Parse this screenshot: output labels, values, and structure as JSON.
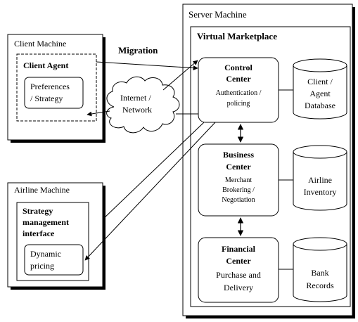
{
  "server": {
    "title": "Server Machine"
  },
  "marketplace": {
    "title": "Virtual Marketplace"
  },
  "client": {
    "title": "Client Machine",
    "agent": "Client Agent",
    "prefs_line1": "Preferences",
    "prefs_line2": "/ Strategy"
  },
  "airline": {
    "title": "Airline Machine",
    "smi_line1": "Strategy",
    "smi_line2": "management",
    "smi_line3": "interface",
    "dyn_line1": "Dynamic",
    "dyn_line2": "pricing"
  },
  "migration": "Migration",
  "network": {
    "line1": "Internet /",
    "line2": "Network"
  },
  "control": {
    "title_line1": "Control",
    "title_line2": "Center",
    "sub_line1": "Authentication /",
    "sub_line2": "policing"
  },
  "business": {
    "title_line1": "Business",
    "title_line2": "Center",
    "sub_line1": "Merchant",
    "sub_line2": "Brokering /",
    "sub_line3": "Negotiation"
  },
  "financial": {
    "title_line1": "Financial",
    "title_line2": "Center",
    "sub_line1": "Purchase and",
    "sub_line2": "Delivery"
  },
  "db_client": {
    "line1": "Client /",
    "line2": "Agent",
    "line3": "Database"
  },
  "db_airline": {
    "line1": "Airline",
    "line2": "Inventory"
  },
  "db_bank": {
    "line1": "Bank",
    "line2": "Records"
  }
}
